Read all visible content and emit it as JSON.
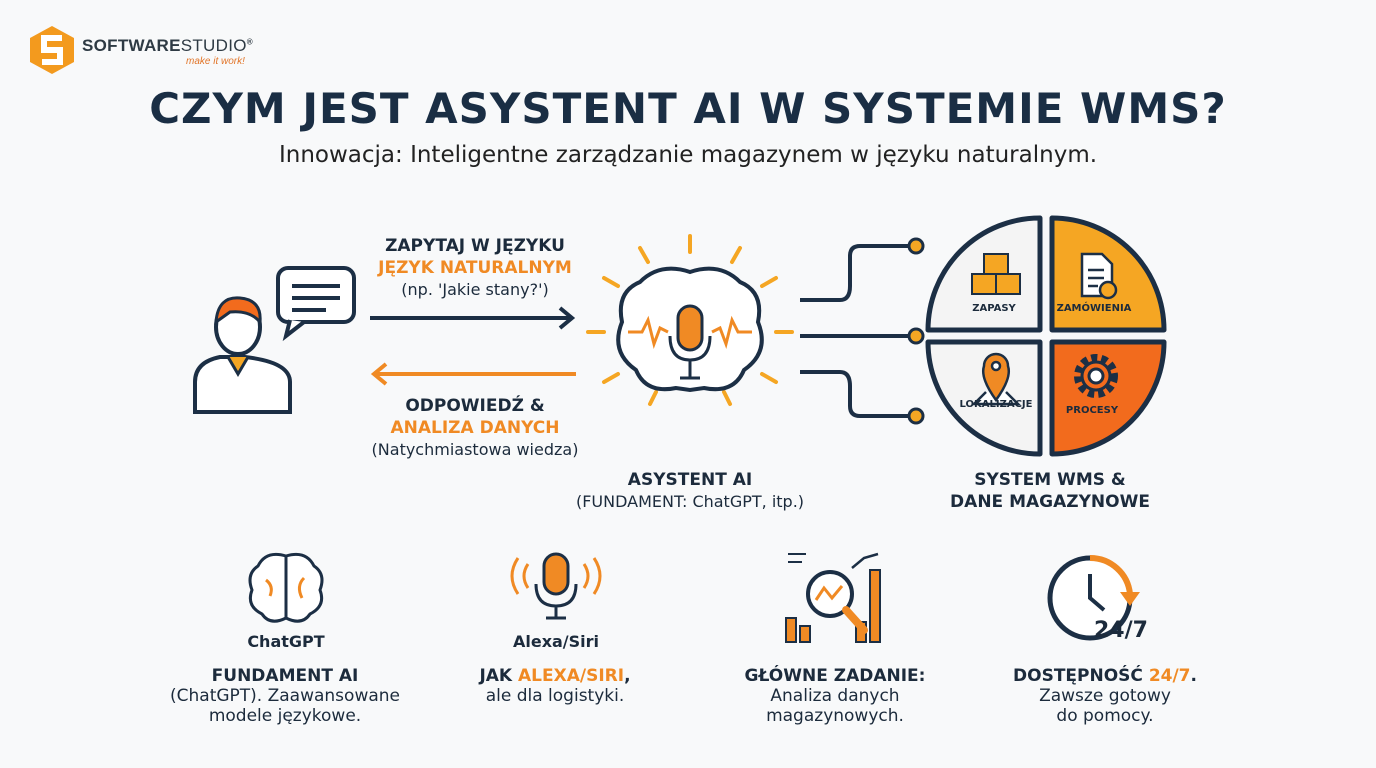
{
  "brand": {
    "name_bold": "SOFTWARE",
    "name_light": "STUDIO",
    "reg": "®",
    "tagline": "make it work!"
  },
  "header": {
    "title": "CZYM JEST ASYSTENT AI W SYSTEMIE WMS?",
    "subtitle": "Innowacja: Inteligentne zarządzanie magazynem w języku naturalnym."
  },
  "flow": {
    "query": {
      "line1": "ZAPYTAJ W JĘZYKU",
      "line2": "JĘZYK NATURALNYM",
      "line3": "(np. 'Jakie stany?')"
    },
    "answer": {
      "line1": "ODPOWIEDŹ &",
      "line2": "ANALIZA DANYCH",
      "line3": "(Natychmiastowa wiedza)"
    },
    "assistant": {
      "title": "ASYSTENT AI",
      "sub": "(FUNDAMENT: ChatGPT, itp.)"
    },
    "wms": {
      "line1": "SYSTEM WMS &",
      "line2": "DANE MAGAZYNOWE",
      "quadrants": [
        "ZAPASY",
        "ZAMÓWIENIA",
        "LOKALIZACJE",
        "PROCESY"
      ]
    }
  },
  "features": [
    {
      "icon_label": "ChatGPT",
      "head": "FUNDAMENT AI",
      "text1": "(ChatGPT). Zaawansowane",
      "text2": "modele językowe."
    },
    {
      "icon_label": "Alexa/Siri",
      "head_pre": "JAK ",
      "head_hl": "ALEXA/SIRI",
      "head_post": ",",
      "text1": "ale dla logistyki.",
      "text2": ""
    },
    {
      "head": "GŁÓWNE ZADANIE:",
      "text1": "Analiza danych",
      "text2": "magazynowych."
    },
    {
      "icon_label": "24/7",
      "head_pre": "DOSTĘPNOŚĆ ",
      "head_hl": "24/7",
      "head_post": ".",
      "text1": "Zawsze gotowy",
      "text2": "do pomocy."
    }
  ],
  "colors": {
    "navy": "#1c2f45",
    "orange": "#f5a623",
    "deep_orange": "#f26b1d"
  }
}
